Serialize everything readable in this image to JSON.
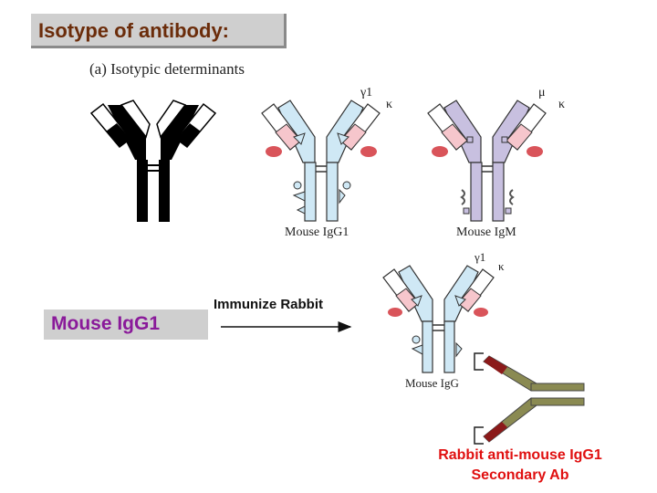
{
  "title": "Isotype of antibody:",
  "subtitle": "(a) Isotypic determinants",
  "antibodies": [
    {
      "caption": "",
      "heavy_label": "",
      "light_label": ""
    },
    {
      "caption": "Mouse IgG1",
      "heavy_label": "γ1",
      "light_label": "κ"
    },
    {
      "caption": "Mouse IgM",
      "heavy_label": "μ",
      "light_label": "κ"
    },
    {
      "caption": "Mouse IgG",
      "heavy_label": "γ1",
      "light_label": "κ"
    }
  ],
  "antigen_label": "Mouse IgG1",
  "arrow_label": "Immunize Rabbit",
  "secondary_label_line1": "Rabbit anti-mouse IgG1",
  "secondary_label_line2": "Secondary Ab",
  "colors": {
    "title_text": "#6b2c0a",
    "antigen_text": "#8a1a9a",
    "secondary_text": "#e01010",
    "igg_heavy": "#cfe8f5",
    "igm_heavy": "#c8c0e0",
    "light_pink": "#f6c6cc",
    "red_blob": "#d9545a",
    "rabbit_ab": "#8a8a52",
    "rabbit_ab_tip": "#8b1a1a"
  }
}
